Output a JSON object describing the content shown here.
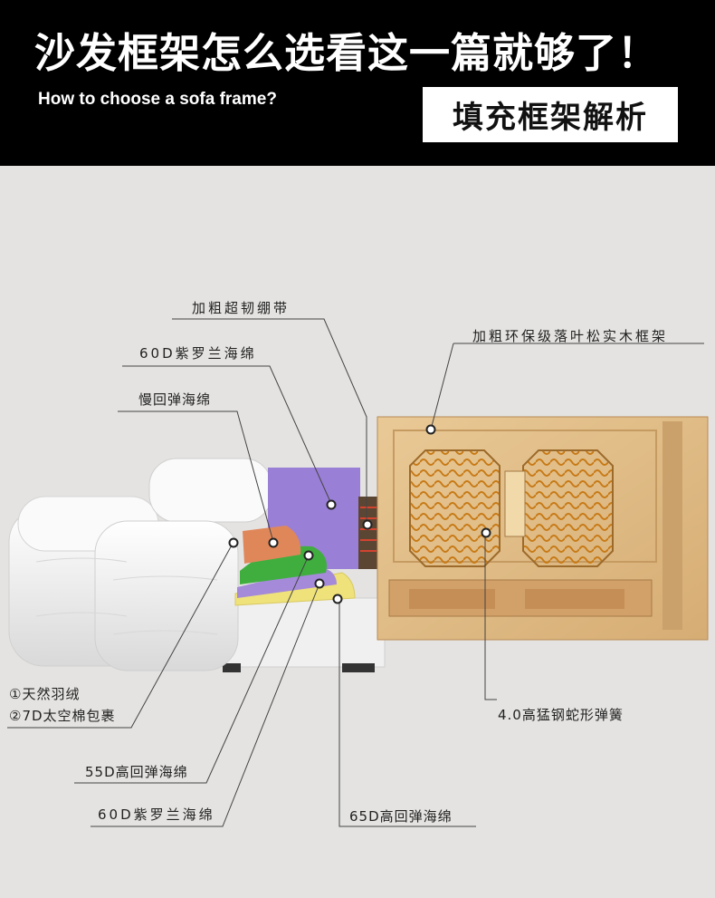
{
  "header": {
    "title": "沙发框架怎么选看这一篇就够了！",
    "subtitle": "How to choose a sofa frame?",
    "badge": "填充框架解析"
  },
  "labels": {
    "strap": "加粗超韧绷带",
    "purple_foam_top": "60D紫罗兰海绵",
    "memory_foam": "慢回弹海绵",
    "wood_frame": "加粗环保级落叶松实木框架",
    "down": "①天然羽绒",
    "wrap": "②7D太空棉包裹",
    "spring": "4.0高猛钢蛇形弹簧",
    "foam_55d": "55D高回弹海绵",
    "purple_foam_bottom": "60D紫罗兰海绵",
    "foam_65d": "65D高回弹海绵"
  },
  "colors": {
    "header_bg": "#000000",
    "stage_bg": "#e4e3e1",
    "wood": "#e2c08f",
    "purple_foam": "#9a7fd6",
    "yellow_foam": "#efe27a",
    "green_foam": "#3fae3f",
    "orange_foam": "#e0875a"
  }
}
